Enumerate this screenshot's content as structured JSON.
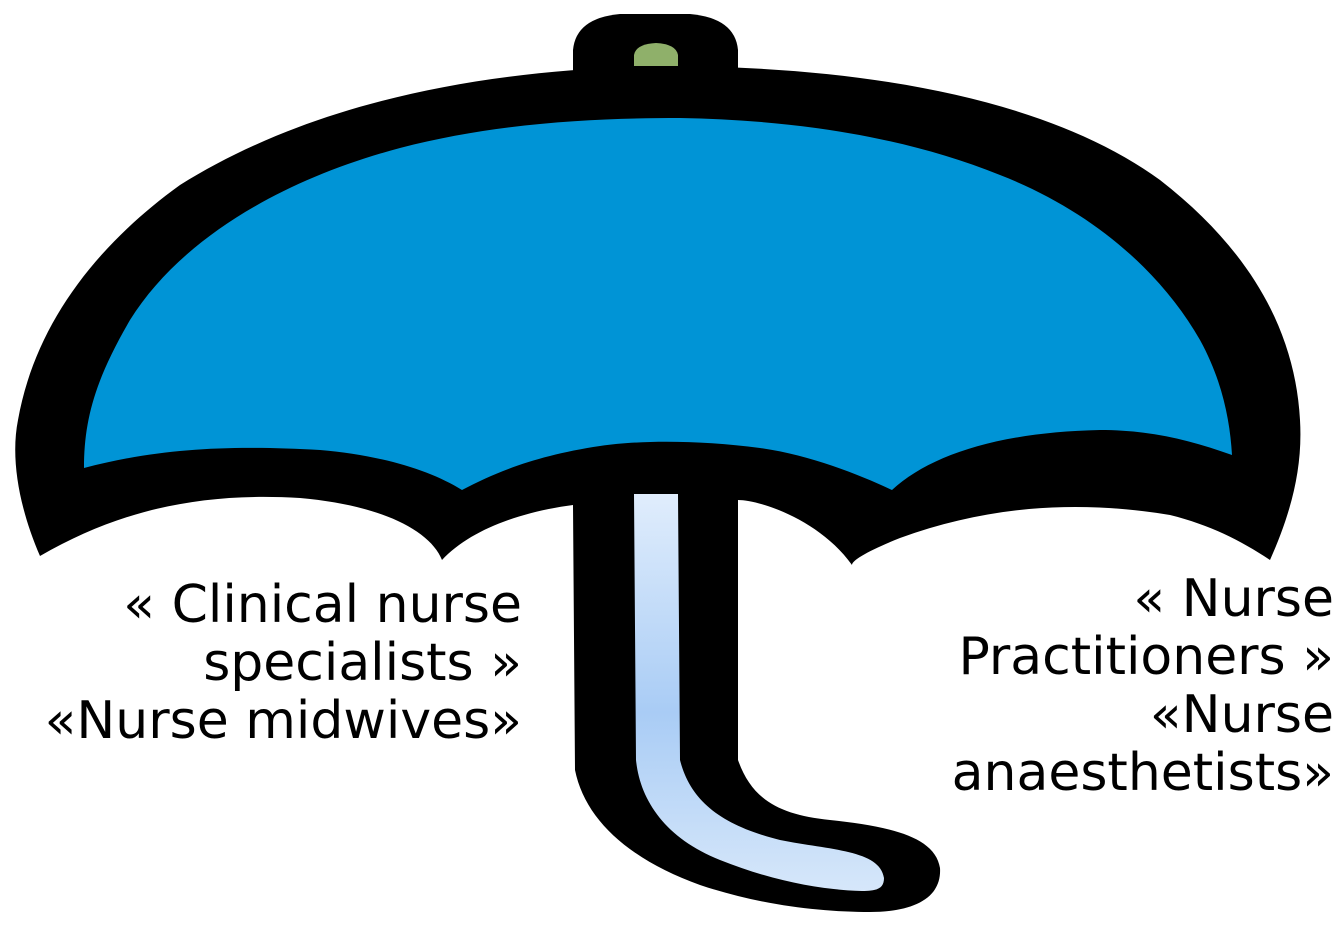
{
  "diagram": {
    "left_group": {
      "line1": "« Clinical nurse",
      "line2": "specialists »",
      "line3": "«Nurse midwives»"
    },
    "right_group": {
      "line1": "« Nurse",
      "line2": "Practitioners »",
      "line3": "«Nurse",
      "line4": "anaesthetists»"
    },
    "colors": {
      "canopy": "#0094D6",
      "outline": "#000000",
      "tip": "#8FB06A",
      "handle_light": "#DCEBFB",
      "handle_mid": "#A9CCF5",
      "text": "#000000"
    },
    "icon": "umbrella-icon"
  }
}
